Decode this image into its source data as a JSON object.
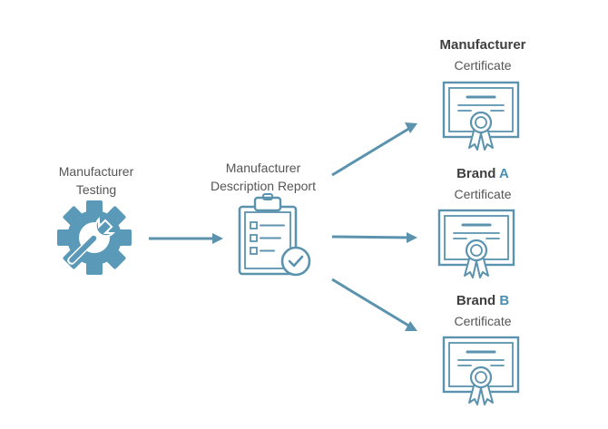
{
  "colors": {
    "icon": "#5a99b8",
    "icon_stroke": "#5b93ae",
    "text": "#555555",
    "accent": "#4a8fb0"
  },
  "nodes": {
    "testing": {
      "line1": "Manufacturer",
      "line2": "Testing",
      "icon": "gear-wrench-icon"
    },
    "report": {
      "line1": "Manufacturer",
      "line2": "Description Report",
      "icon": "clipboard-check-icon"
    },
    "cert_manufacturer": {
      "title": "Manufacturer",
      "subtitle": "Certificate",
      "icon": "certificate-icon"
    },
    "cert_brand_a": {
      "title_prefix": "Brand ",
      "title_accent": "A",
      "subtitle": "Certificate",
      "icon": "certificate-icon"
    },
    "cert_brand_b": {
      "title_prefix": "Brand ",
      "title_accent": "B",
      "subtitle": "Certificate",
      "icon": "certificate-icon"
    }
  }
}
